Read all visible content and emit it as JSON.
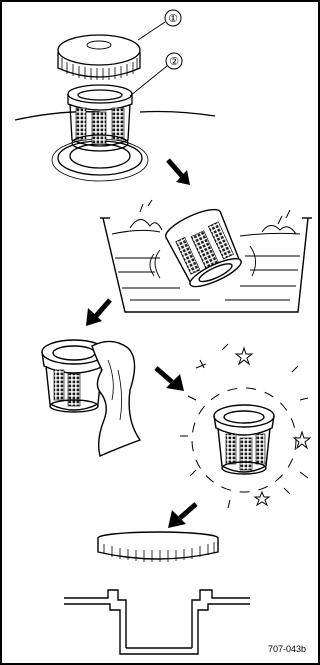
{
  "callouts": [
    {
      "label": "①"
    },
    {
      "label": "②"
    }
  ],
  "figure_code": "707-043b",
  "colors": {
    "line": "#000000",
    "background": "#ffffff",
    "mesh": "#1a1a1a"
  },
  "steps": [
    {
      "name": "remove-cap-and-filter"
    },
    {
      "name": "soak-filter-in-water"
    },
    {
      "name": "wipe-filter-with-cloth"
    },
    {
      "name": "filter-cleaned"
    },
    {
      "name": "reinstall-cap"
    }
  ]
}
